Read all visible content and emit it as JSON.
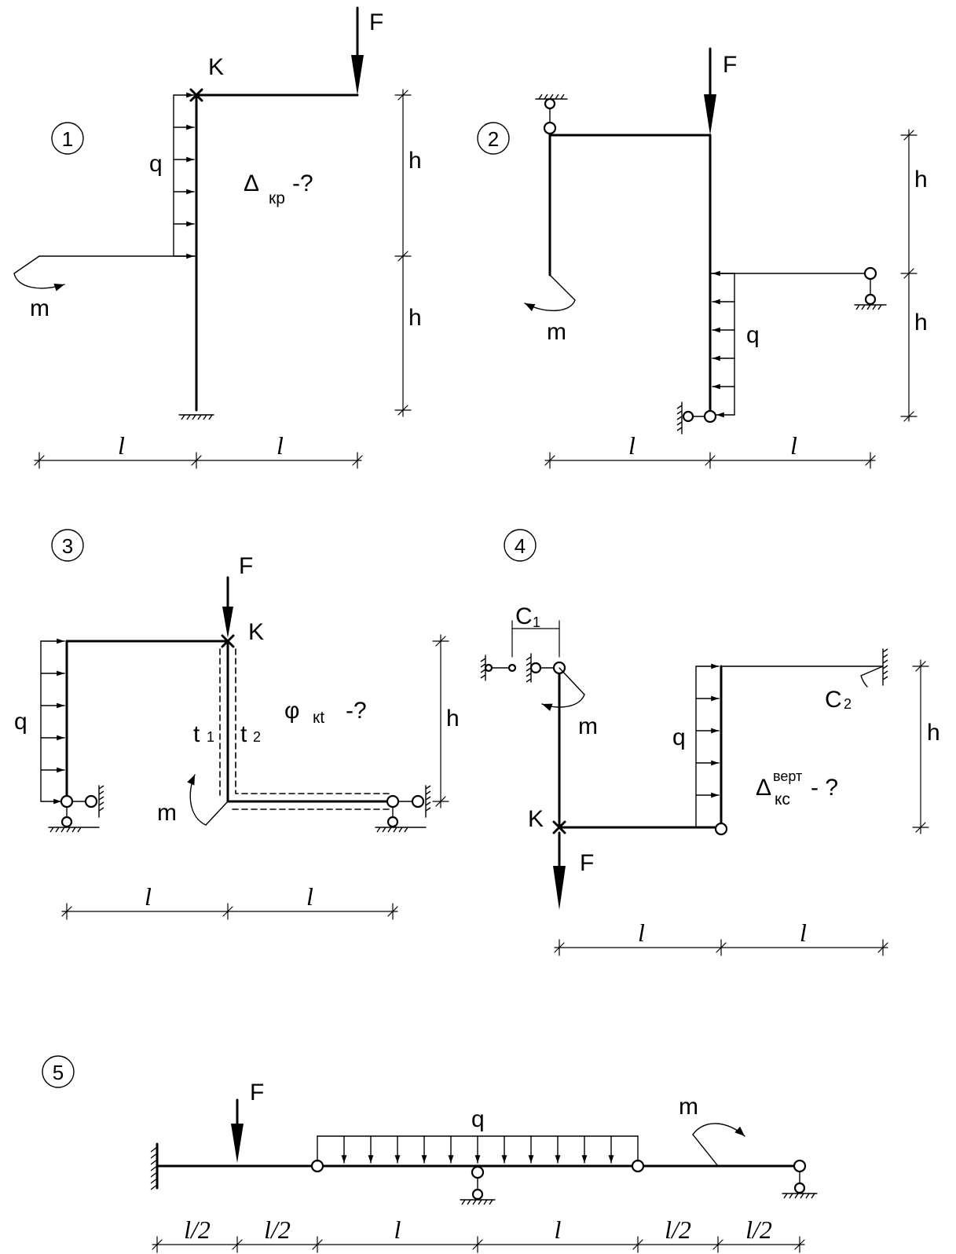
{
  "schemes": [
    {
      "number": "1",
      "labels": {
        "force": "F",
        "node": "K",
        "load": "q",
        "moment": "m",
        "height": "h",
        "length": "l"
      },
      "task": {
        "symbol": "Δ",
        "subscript": "кр",
        "suffix": "-?"
      }
    },
    {
      "number": "2",
      "labels": {
        "force": "F",
        "load": "q",
        "moment": "m",
        "height": "h",
        "length": "l"
      }
    },
    {
      "number": "3",
      "labels": {
        "force": "F",
        "node": "K",
        "load": "q",
        "moment": "m",
        "height": "h",
        "length": "l",
        "temp1": "t",
        "temp1_sub": "1",
        "temp2": "t",
        "temp2_sub": "2"
      },
      "task": {
        "symbol": "φ",
        "subscript": "кt",
        "suffix": "-?"
      }
    },
    {
      "number": "4",
      "labels": {
        "force": "F",
        "node": "K",
        "load": "q",
        "moment": "m",
        "height": "h",
        "length": "l",
        "disp1": "C",
        "disp1_sub": "1",
        "disp2": "C",
        "disp2_sub": "2"
      },
      "task": {
        "symbol": "Δ",
        "subscript": "кс",
        "superscript": "верт",
        "suffix": "- ?"
      }
    },
    {
      "number": "5",
      "labels": {
        "force": "F",
        "load": "q",
        "moment": "m",
        "half_length": "l/2",
        "length": "l"
      }
    }
  ]
}
